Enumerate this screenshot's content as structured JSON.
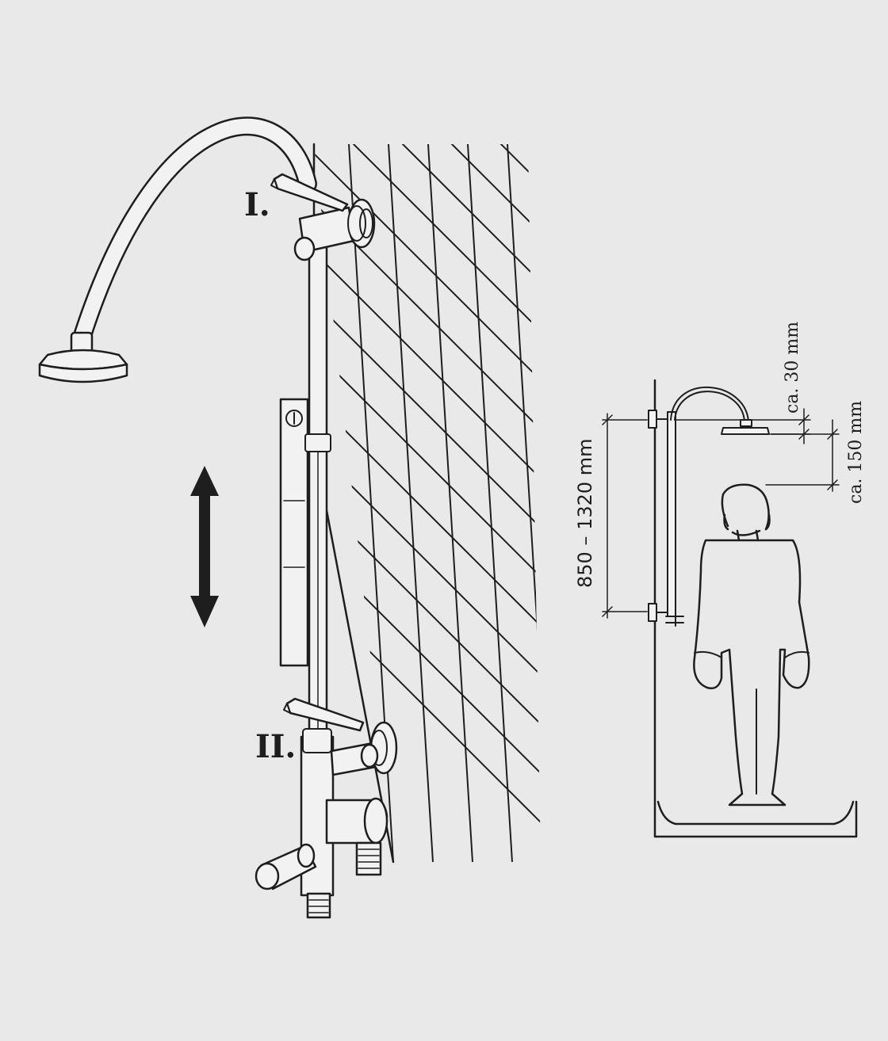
{
  "labels": {
    "step_one": "I.",
    "step_two": "II."
  },
  "dimensions": {
    "height_range": "850 – 1320 mm",
    "head_clearance": "ca. 150 mm",
    "head_offset": "ca. 30 mm"
  },
  "icons": {
    "adjust": "double-arrow-vertical-icon",
    "level": "spirit-level-icon"
  },
  "colors": {
    "paper": "#e9e9e9",
    "ink": "#1e1e1e"
  }
}
